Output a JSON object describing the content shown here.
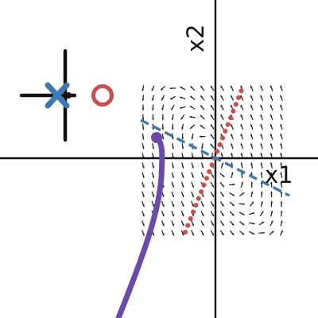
{
  "axes": {
    "x_label": "x1",
    "y_label": "x2"
  },
  "legend_glyph": {
    "cross_icon": "cross-icon",
    "circle_icon": "circle-icon",
    "plus_icon": "plus-icon"
  },
  "colors": {
    "axis": "#111111",
    "vector_field": "#222222",
    "cross": "#3d78b5",
    "circle": "#c9504a",
    "dotted_line": "#c9504a",
    "dashed_line": "#3d78b5",
    "trajectory": "#6c4aac"
  },
  "chart_data": {
    "type": "vector_field",
    "field_grid": {
      "cols": 15,
      "rows": 16
    }
  }
}
